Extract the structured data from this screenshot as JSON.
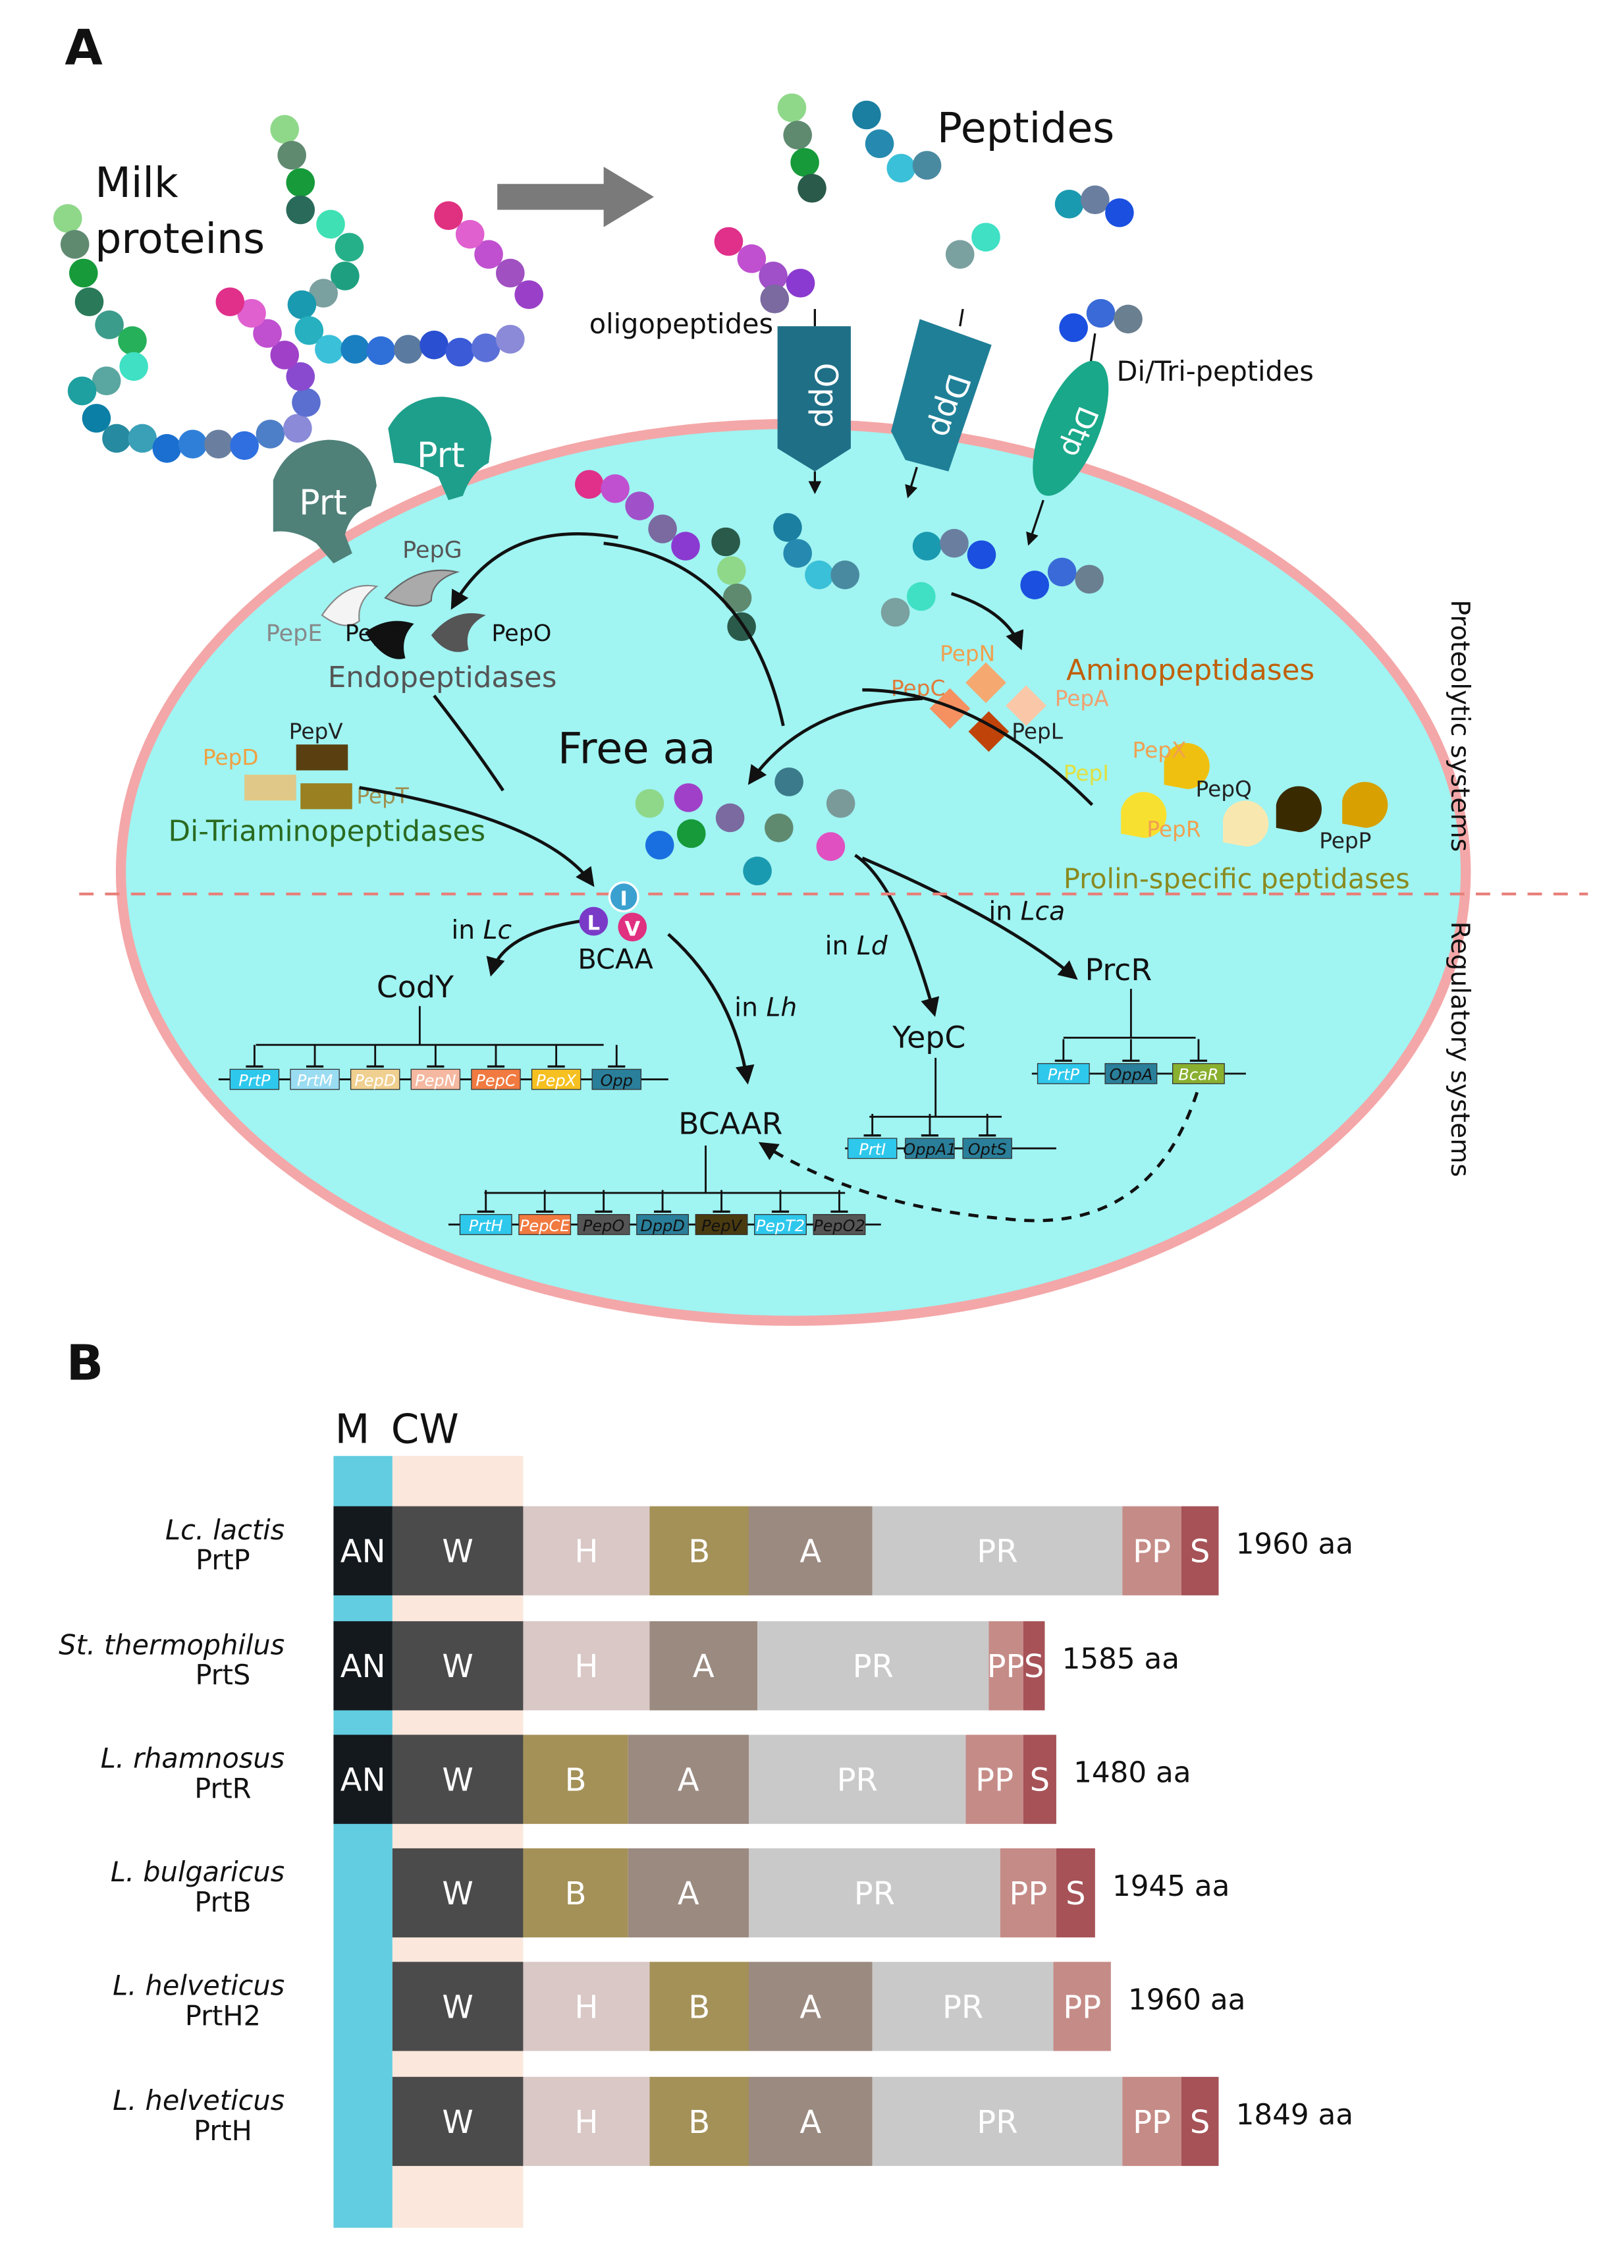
{
  "panel_a": {
    "label": "A",
    "milk_proteins_line1": "Milk",
    "milk_proteins_line2": "proteins",
    "peptides": "Peptides",
    "oligopeptides": "oligopeptides",
    "di_tri_peptides": "Di/Tri-peptides",
    "transporters": [
      "Opp",
      "Dpp",
      "Dtp"
    ],
    "prt": [
      "Prt",
      "Prt"
    ],
    "endopeptidases": {
      "title": "Endopeptidases",
      "items": [
        "PepG",
        "PepE",
        "PepF",
        "PepO"
      ]
    },
    "aminopeptidases": {
      "title": "Aminopeptidases",
      "items": [
        "PepN",
        "PepC",
        "PepA",
        "PepL"
      ]
    },
    "di_tri_aminopeptidases": {
      "title": "Di-Triaminopeptidases",
      "items": [
        "PepD",
        "PepV",
        "PepT"
      ]
    },
    "prolin_specific": {
      "title": "Prolin-specific peptidases",
      "items": [
        "PepI",
        "PepX",
        "PepQ",
        "PepR",
        "PepP"
      ]
    },
    "free_aa": "Free aa",
    "bcaa": {
      "label": "BCAA",
      "letters": [
        "I",
        "L",
        "V"
      ]
    },
    "side_labels": {
      "proteolytic": "Proteolytic systems",
      "regulatory": "Regulatory systems"
    },
    "regulators": {
      "cody": {
        "name": "CodY",
        "in": "in",
        "species": "Lc",
        "genes": [
          "PrtP",
          "PrtM",
          "PepD",
          "PepN",
          "PepC",
          "PepX",
          "Opp"
        ]
      },
      "bcaar": {
        "name": "BCAAR",
        "in": "in",
        "species": "Lh",
        "genes": [
          "PrtH",
          "PepCE",
          "PepO",
          "DppD",
          "PepV",
          "PepT2",
          "PepO2"
        ]
      },
      "yepc": {
        "name": "YepC",
        "in": "in",
        "species": "Ld",
        "genes": [
          "PrtI",
          "OppA1",
          "OptS"
        ]
      },
      "prcr": {
        "name": "PrcR",
        "in": "in",
        "species": "Lca",
        "genes": [
          "PrtP",
          "OppA",
          "BcaR"
        ]
      }
    },
    "colors": {
      "cell_fill": "#a0f4f2",
      "cell_border": "#f4a7a8",
      "divider": "#e8807a"
    }
  },
  "panel_b": {
    "label": "B",
    "col_m": "M",
    "col_cw": "CW",
    "rows": [
      {
        "species": "Lc. lactis",
        "protein": "PrtP",
        "length": "1960 aa",
        "domains": [
          "AN",
          "W",
          "H",
          "B",
          "A",
          "PR",
          "PP",
          "S"
        ]
      },
      {
        "species": "St. thermophilus",
        "protein": "PrtS",
        "length": "1585 aa",
        "domains": [
          "AN",
          "W",
          "H",
          "A",
          "PR",
          "PP",
          "S"
        ]
      },
      {
        "species": "L. rhamnosus",
        "protein": "PrtR",
        "length": "1480 aa",
        "domains": [
          "AN",
          "W",
          "B",
          "A",
          "PR",
          "PP",
          "S"
        ]
      },
      {
        "species": "L. bulgaricus",
        "protein": "PrtB",
        "length": "1945 aa",
        "domains": [
          "W",
          "B",
          "A",
          "PR",
          "PP",
          "S"
        ]
      },
      {
        "species": "L. helveticus",
        "protein": "PrtH2",
        "length": "1960 aa",
        "domains": [
          "W",
          "H",
          "B",
          "A",
          "PR",
          "PP"
        ]
      },
      {
        "species": "L. helveticus",
        "protein": "PrtH",
        "length": "1849 aa",
        "domains": [
          "W",
          "H",
          "B",
          "A",
          "PR",
          "PP",
          "S"
        ]
      }
    ],
    "colors": {
      "M": "#62cde0",
      "CW": "#fbe7dc",
      "AN": "#14191d",
      "W": "#4b4b4b",
      "H": "#d9c8c6",
      "B": "#a49158",
      "A": "#9b8a80",
      "PR": "#c9c9c9",
      "PP": "#c58b87",
      "S": "#a65257"
    }
  }
}
